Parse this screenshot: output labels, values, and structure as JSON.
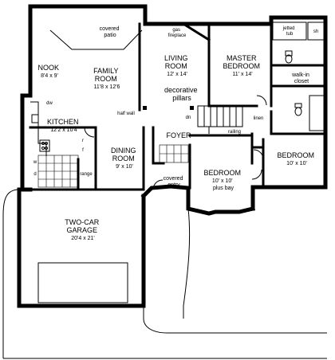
{
  "rooms": {
    "covered_patio": "covered\npatio",
    "nook": "NOOK\n8'4 x 9'",
    "family_room": "FAMILY\nROOM\n11'8 x 12'6",
    "living_room": "LIVING\nROOM\n12' x 14'",
    "master_bedroom": "MASTER\nBEDROOM\n11' x 14'",
    "kitchen": "KITCHEN\n12'2 x 10'4",
    "dining_room": "DINING\nROOM\n9' x 10'",
    "foyer": "FOYER",
    "bedroom_right": "BEDROOM\n10' x 10'",
    "bedroom_center": "BEDROOM\n10' x 10'\nplus bay",
    "covered_entry": "covered\nentry",
    "garage": "TWO-CAR\nGARAGE\n20'4 x 21'",
    "walk_in_closet": "walk-in\ncloset"
  },
  "notes": {
    "gas_fireplace": "gas\nfireplace",
    "decorative_pillars": "decorative\npillars",
    "half_wall": "half wall",
    "railing": "railing",
    "jetted_tub": "jetted\ntub",
    "sh": "sh",
    "dn": "dn",
    "dw": "dw",
    "w": "w",
    "d": "d",
    "r": "r",
    "f": "f",
    "linen": "linen",
    "range": "range"
  }
}
